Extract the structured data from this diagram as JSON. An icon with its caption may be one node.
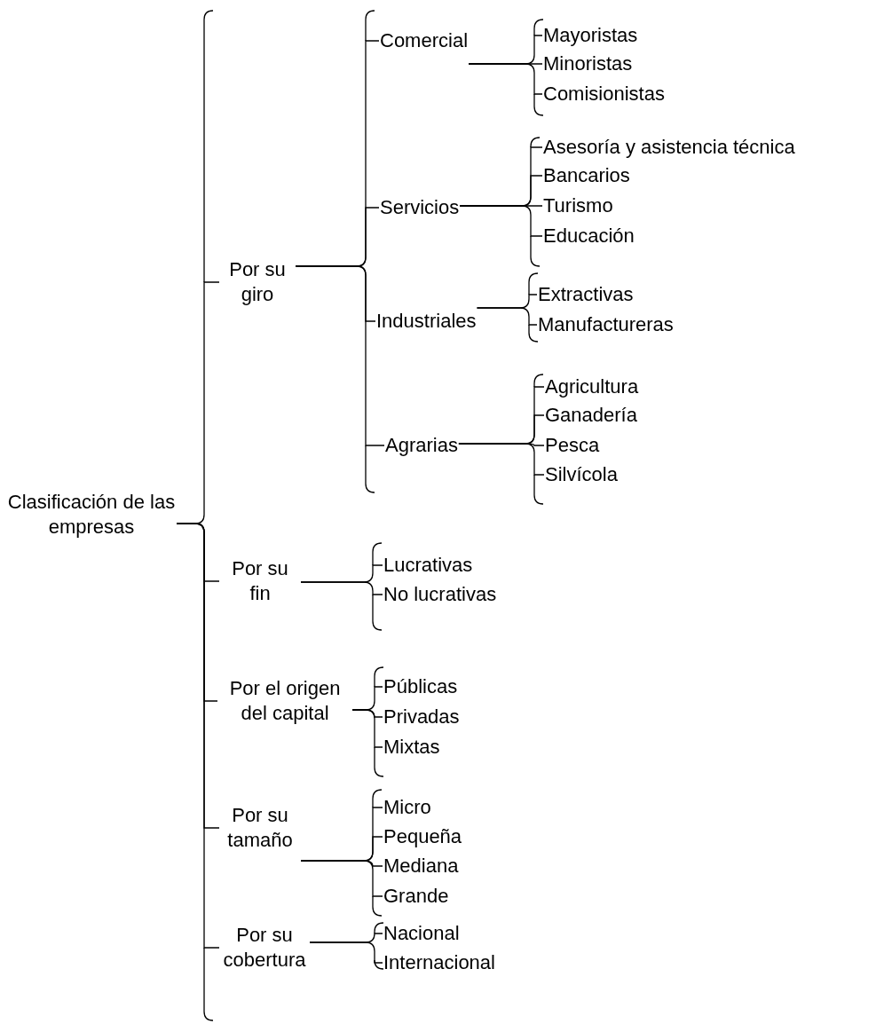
{
  "diagram": {
    "nodes": [
      {
        "text": [
          "Clasificación de las empresas"
        ]
      },
      {
        "text": [
          "Por su giro"
        ]
      },
      {
        "text": [
          "Comercial"
        ]
      },
      {
        "text": [
          "Mayoristas"
        ]
      },
      {
        "text": [
          "Minoristas"
        ]
      },
      {
        "text": [
          "Comisionistas"
        ]
      },
      {
        "text": [
          "Servicios"
        ]
      },
      {
        "text": [
          "Asesoría y asistencia técnica"
        ]
      },
      {
        "text": [
          "Bancarios"
        ]
      },
      {
        "text": [
          "Turismo"
        ]
      },
      {
        "text": [
          "Educación"
        ]
      },
      {
        "text": [
          "Industriales"
        ]
      },
      {
        "text": [
          "Extractivas"
        ]
      },
      {
        "text": [
          "Manufactureras"
        ]
      },
      {
        "text": [
          "Agrarias"
        ]
      },
      {
        "text": [
          "Agricultura"
        ]
      },
      {
        "text": [
          "Ganadería"
        ]
      },
      {
        "text": [
          "Pesca"
        ]
      },
      {
        "text": [
          "Silvícola"
        ]
      },
      {
        "text": [
          "Por su fin"
        ]
      },
      {
        "text": [
          "Lucrativas"
        ]
      },
      {
        "text": [
          "No lucrativas"
        ]
      },
      {
        "text": [
          "Por el origen del capital"
        ]
      },
      {
        "text": [
          "Públicas"
        ]
      },
      {
        "text": [
          "Privadas"
        ]
      },
      {
        "text": [
          "Mixtas"
        ]
      },
      {
        "text": [
          "Por su tamaño"
        ]
      },
      {
        "text": [
          "Micro"
        ]
      },
      {
        "text": [
          "Pequeña"
        ]
      },
      {
        "text": [
          "Mediana"
        ]
      },
      {
        "text": [
          "Grande"
        ]
      },
      {
        "text": [
          "Por su cobertura"
        ]
      },
      {
        "text": [
          "Nacional"
        ]
      },
      {
        "text": [
          "Internacional"
        ]
      }
    ],
    "edges": [
      {
        "from": 0,
        "to": 1,
        "arrow": "none"
      },
      {
        "from": 0,
        "to": 19,
        "arrow": "none"
      },
      {
        "from": 0,
        "to": 22,
        "arrow": "none"
      },
      {
        "from": 0,
        "to": 26,
        "arrow": "none"
      },
      {
        "from": 0,
        "to": 31,
        "arrow": "none"
      },
      {
        "from": 1,
        "to": 2,
        "arrow": "none"
      },
      {
        "from": 1,
        "to": 6,
        "arrow": "none"
      },
      {
        "from": 1,
        "to": 11,
        "arrow": "none"
      },
      {
        "from": 1,
        "to": 14,
        "arrow": "none"
      },
      {
        "from": 2,
        "to": 3,
        "arrow": "none"
      },
      {
        "from": 2,
        "to": 4,
        "arrow": "none"
      },
      {
        "from": 2,
        "to": 5,
        "arrow": "none"
      },
      {
        "from": 6,
        "to": 7,
        "arrow": "none"
      },
      {
        "from": 6,
        "to": 8,
        "arrow": "none"
      },
      {
        "from": 6,
        "to": 9,
        "arrow": "none"
      },
      {
        "from": 6,
        "to": 10,
        "arrow": "none"
      },
      {
        "from": 11,
        "to": 12,
        "arrow": "none"
      },
      {
        "from": 11,
        "to": 13,
        "arrow": "none"
      },
      {
        "from": 14,
        "to": 15,
        "arrow": "none"
      },
      {
        "from": 14,
        "to": 16,
        "arrow": "none"
      },
      {
        "from": 14,
        "to": 17,
        "arrow": "none"
      },
      {
        "from": 14,
        "to": 18,
        "arrow": "none"
      },
      {
        "from": 19,
        "to": 20,
        "arrow": "none"
      },
      {
        "from": 19,
        "to": 21,
        "arrow": "none"
      },
      {
        "from": 22,
        "to": 23,
        "arrow": "none"
      },
      {
        "from": 22,
        "to": 24,
        "arrow": "none"
      },
      {
        "from": 22,
        "to": 25,
        "arrow": "none"
      },
      {
        "from": 26,
        "to": 27,
        "arrow": "none"
      },
      {
        "from": 26,
        "to": 28,
        "arrow": "none"
      },
      {
        "from": 26,
        "to": 29,
        "arrow": "none"
      },
      {
        "from": 26,
        "to": 30,
        "arrow": "none"
      },
      {
        "from": 31,
        "to": 32,
        "arrow": "none"
      },
      {
        "from": 31,
        "to": 33,
        "arrow": "none"
      }
    ]
  }
}
